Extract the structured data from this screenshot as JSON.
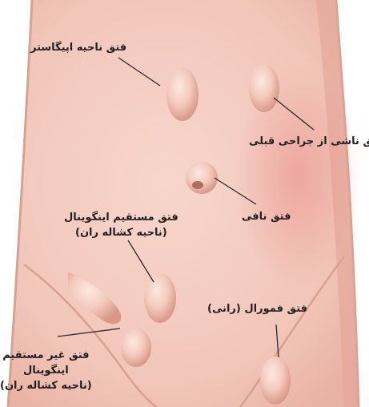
{
  "labels": {
    "epigastric": "فتق ناحیه اپیگاستر",
    "incisional": "فتق ناشی از جراحی قبلی",
    "umbilical": "فتق نافی",
    "direct_inguinal_line1": "فتق مستقیم  اینگوینال",
    "direct_inguinal_line2": "(ناحیه کشاله ران)",
    "femoral": "فتق فمورال (رانی)",
    "indirect_inguinal_line1": "فتق غیر مستقیم",
    "indirect_inguinal_line2": "اینگوینال",
    "indirect_inguinal_line3": "(ناحیه کشاله ران)"
  },
  "colors": {
    "skin": "#f4cbc0",
    "skin_shadow": "#e3a99b",
    "redness": "#e88a86",
    "leader_line": "#2b2b2b",
    "text": "#231f20"
  }
}
